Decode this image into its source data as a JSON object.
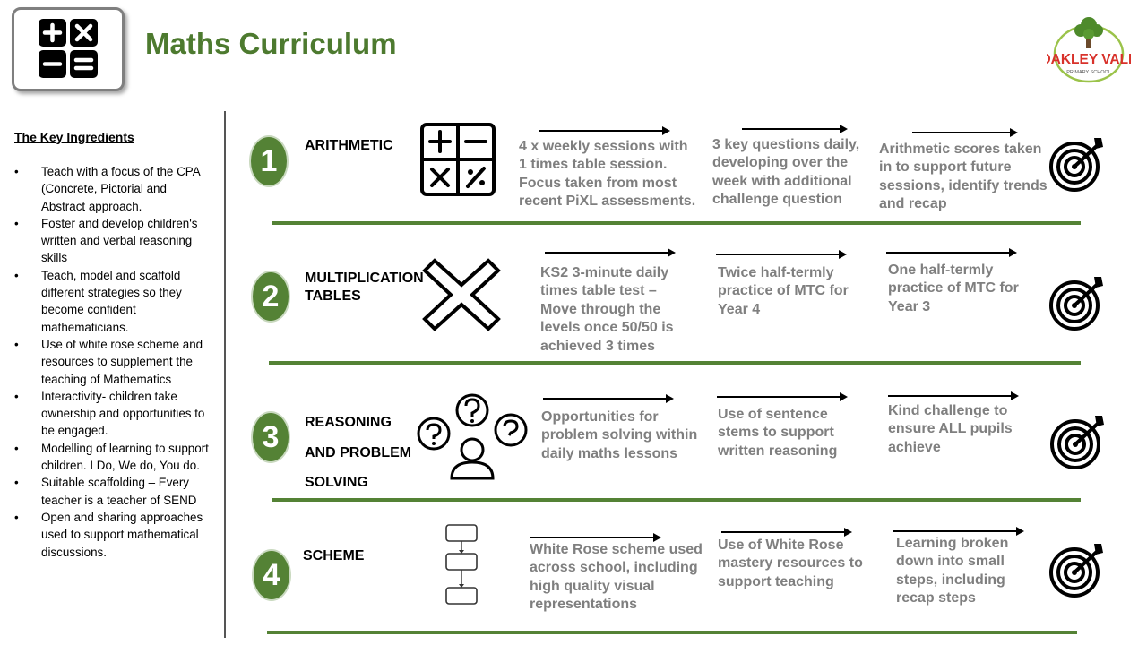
{
  "header": {
    "title": "Maths Curriculum",
    "school_logo": {
      "name": "OAKLEY VALE",
      "subtitle": "PRIMARY SCHOOL"
    }
  },
  "sidebar": {
    "heading": "The Key Ingredients",
    "items": [
      "Teach with a focus of the CPA (Concrete, Pictorial and Abstract approach.",
      "Foster and develop children's written and verbal reasoning skills",
      "Teach, model and scaffold different strategies so they become confident mathematicians.",
      "Use of white rose scheme and resources to supplement the teaching of Mathematics",
      "Interactivity- children take ownership and opportunities to be engaged.",
      "Modelling of learning to support children. I Do, We do, You do.",
      "Suitable scaffolding – Every teacher is a teacher of SEND",
      "Open and sharing approaches used to support mathematical discussions."
    ]
  },
  "rows": [
    {
      "number": "1",
      "label_lines": [
        "ARITHMETIC"
      ],
      "icon": "calculator-icon",
      "cells": [
        "4 x weekly sessions with 1 times table session. Focus taken from most recent PiXL assessments.",
        "3 key questions daily, developing over the week with additional challenge question",
        "Arithmetic scores taken in to support future sessions, identify trends and recap"
      ]
    },
    {
      "number": "2",
      "label_lines": [
        "MULTIPLICATION",
        "TABLES"
      ],
      "icon": "multiply-icon",
      "cells": [
        "KS2 3-minute daily times table test – Move through the levels once 50/50 is achieved 3 times",
        "Twice half-termly practice of MTC for Year 4",
        "One half-termly practice of MTC for Year 3"
      ]
    },
    {
      "number": "3",
      "label_lines": [
        "REASONING",
        "AND PROBLEM",
        "SOLVING"
      ],
      "icon": "thinking-person-icon",
      "cells": [
        "Opportunities for problem solving within daily maths lessons",
        "Use of sentence stems to support written reasoning",
        "Kind challenge to ensure ALL pupils achieve"
      ]
    },
    {
      "number": "4",
      "label_lines": [
        "SCHEME"
      ],
      "icon": "flowchart-icon",
      "cells": [
        "White Rose scheme used across school, including high quality visual representations",
        "Use of White Rose mastery resources to support teaching",
        "Learning broken down into small steps, including recap steps"
      ]
    }
  ],
  "colors": {
    "accent": "#548235",
    "title": "#4d7a2f",
    "cell_text": "#7f7f7f"
  }
}
